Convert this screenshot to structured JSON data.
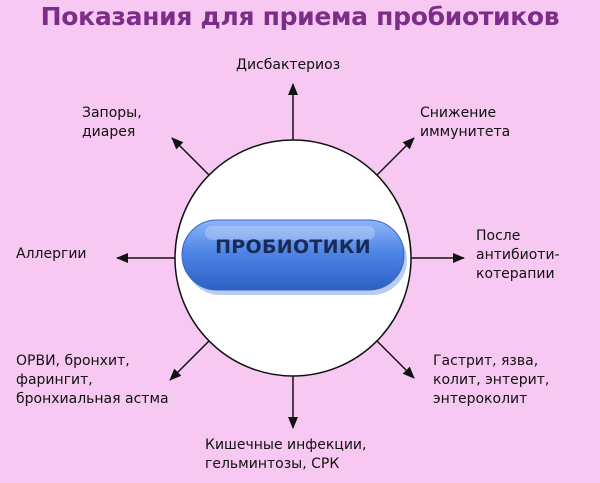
{
  "title": "Показания для приема пробиотиков",
  "center": "ПРОБИОТИКИ",
  "indications": {
    "dysbacteriosis": "Дисбактериоз",
    "immunity": "Снижение\nиммунитета",
    "constipation": "Запоры,\nдиарея",
    "allergies": "Аллергии",
    "antibiotics": "После\nантибиоти-\nкотерапии",
    "respiratory": "ОРВИ, бронхит,\nфарингит,\nбронхиальная астма",
    "gastritis": "Гастрит, язва,\nколит, энтерит,\nэнтероколит",
    "intestinal": "Кишечные инфекции,\nгельминтозы, СРК"
  },
  "colors": {
    "background": "#f7c8f1",
    "title": "#7b2d88",
    "capsule": "#4f86e6",
    "circle_fill": "#ffffff"
  }
}
